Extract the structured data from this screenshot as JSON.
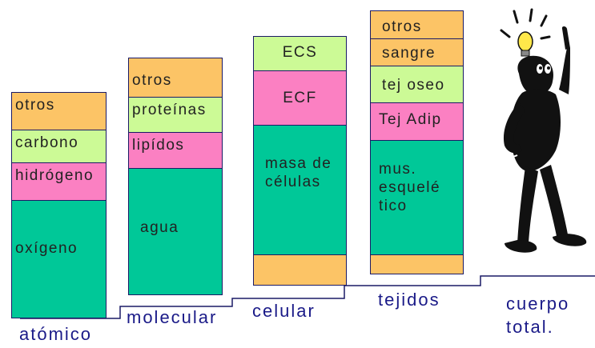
{
  "colors": {
    "orange": "#fcc466",
    "light_green": "#ccfa96",
    "pink": "#fb80c2",
    "teal": "#00c898",
    "border": "#1a1a66",
    "level_text": "#1a1a88"
  },
  "columns": [
    {
      "id": "atomic",
      "segments": [
        {
          "label": "otros",
          "color": "orange"
        },
        {
          "label": "carbono",
          "color": "light_green"
        },
        {
          "label": "hidrógeno",
          "color": "pink"
        },
        {
          "label": "oxígeno",
          "color": "teal"
        }
      ]
    },
    {
      "id": "molecular",
      "segments": [
        {
          "label": "otros",
          "color": "orange"
        },
        {
          "label": "proteínas",
          "color": "light_green"
        },
        {
          "label": "lipídos",
          "color": "pink"
        },
        {
          "label": "agua",
          "color": "teal"
        }
      ]
    },
    {
      "id": "cellular",
      "segments": [
        {
          "label": "ECS",
          "color": "light_green"
        },
        {
          "label": "ECF",
          "color": "pink"
        },
        {
          "label": "masa de\ncélulas",
          "color": "teal"
        },
        {
          "label": "",
          "color": "orange"
        }
      ]
    },
    {
      "id": "tissue",
      "segments": [
        {
          "label": "otros",
          "color": "orange"
        },
        {
          "label": "sangre",
          "color": "orange"
        },
        {
          "label": "tej oseo",
          "color": "light_green"
        },
        {
          "label": "Tej Adip",
          "color": "pink"
        },
        {
          "label": "mus.\nesquelé\ntico",
          "color": "teal"
        },
        {
          "label": "",
          "color": "orange"
        }
      ]
    }
  ],
  "levels": {
    "atomic": "atómico",
    "molecular": "molecular",
    "cellular": "celular",
    "tissue": "tejidos",
    "whole_body": "cuerpo\ntotal."
  },
  "figure": {
    "icon": "thinking-person-lightbulb-icon"
  }
}
